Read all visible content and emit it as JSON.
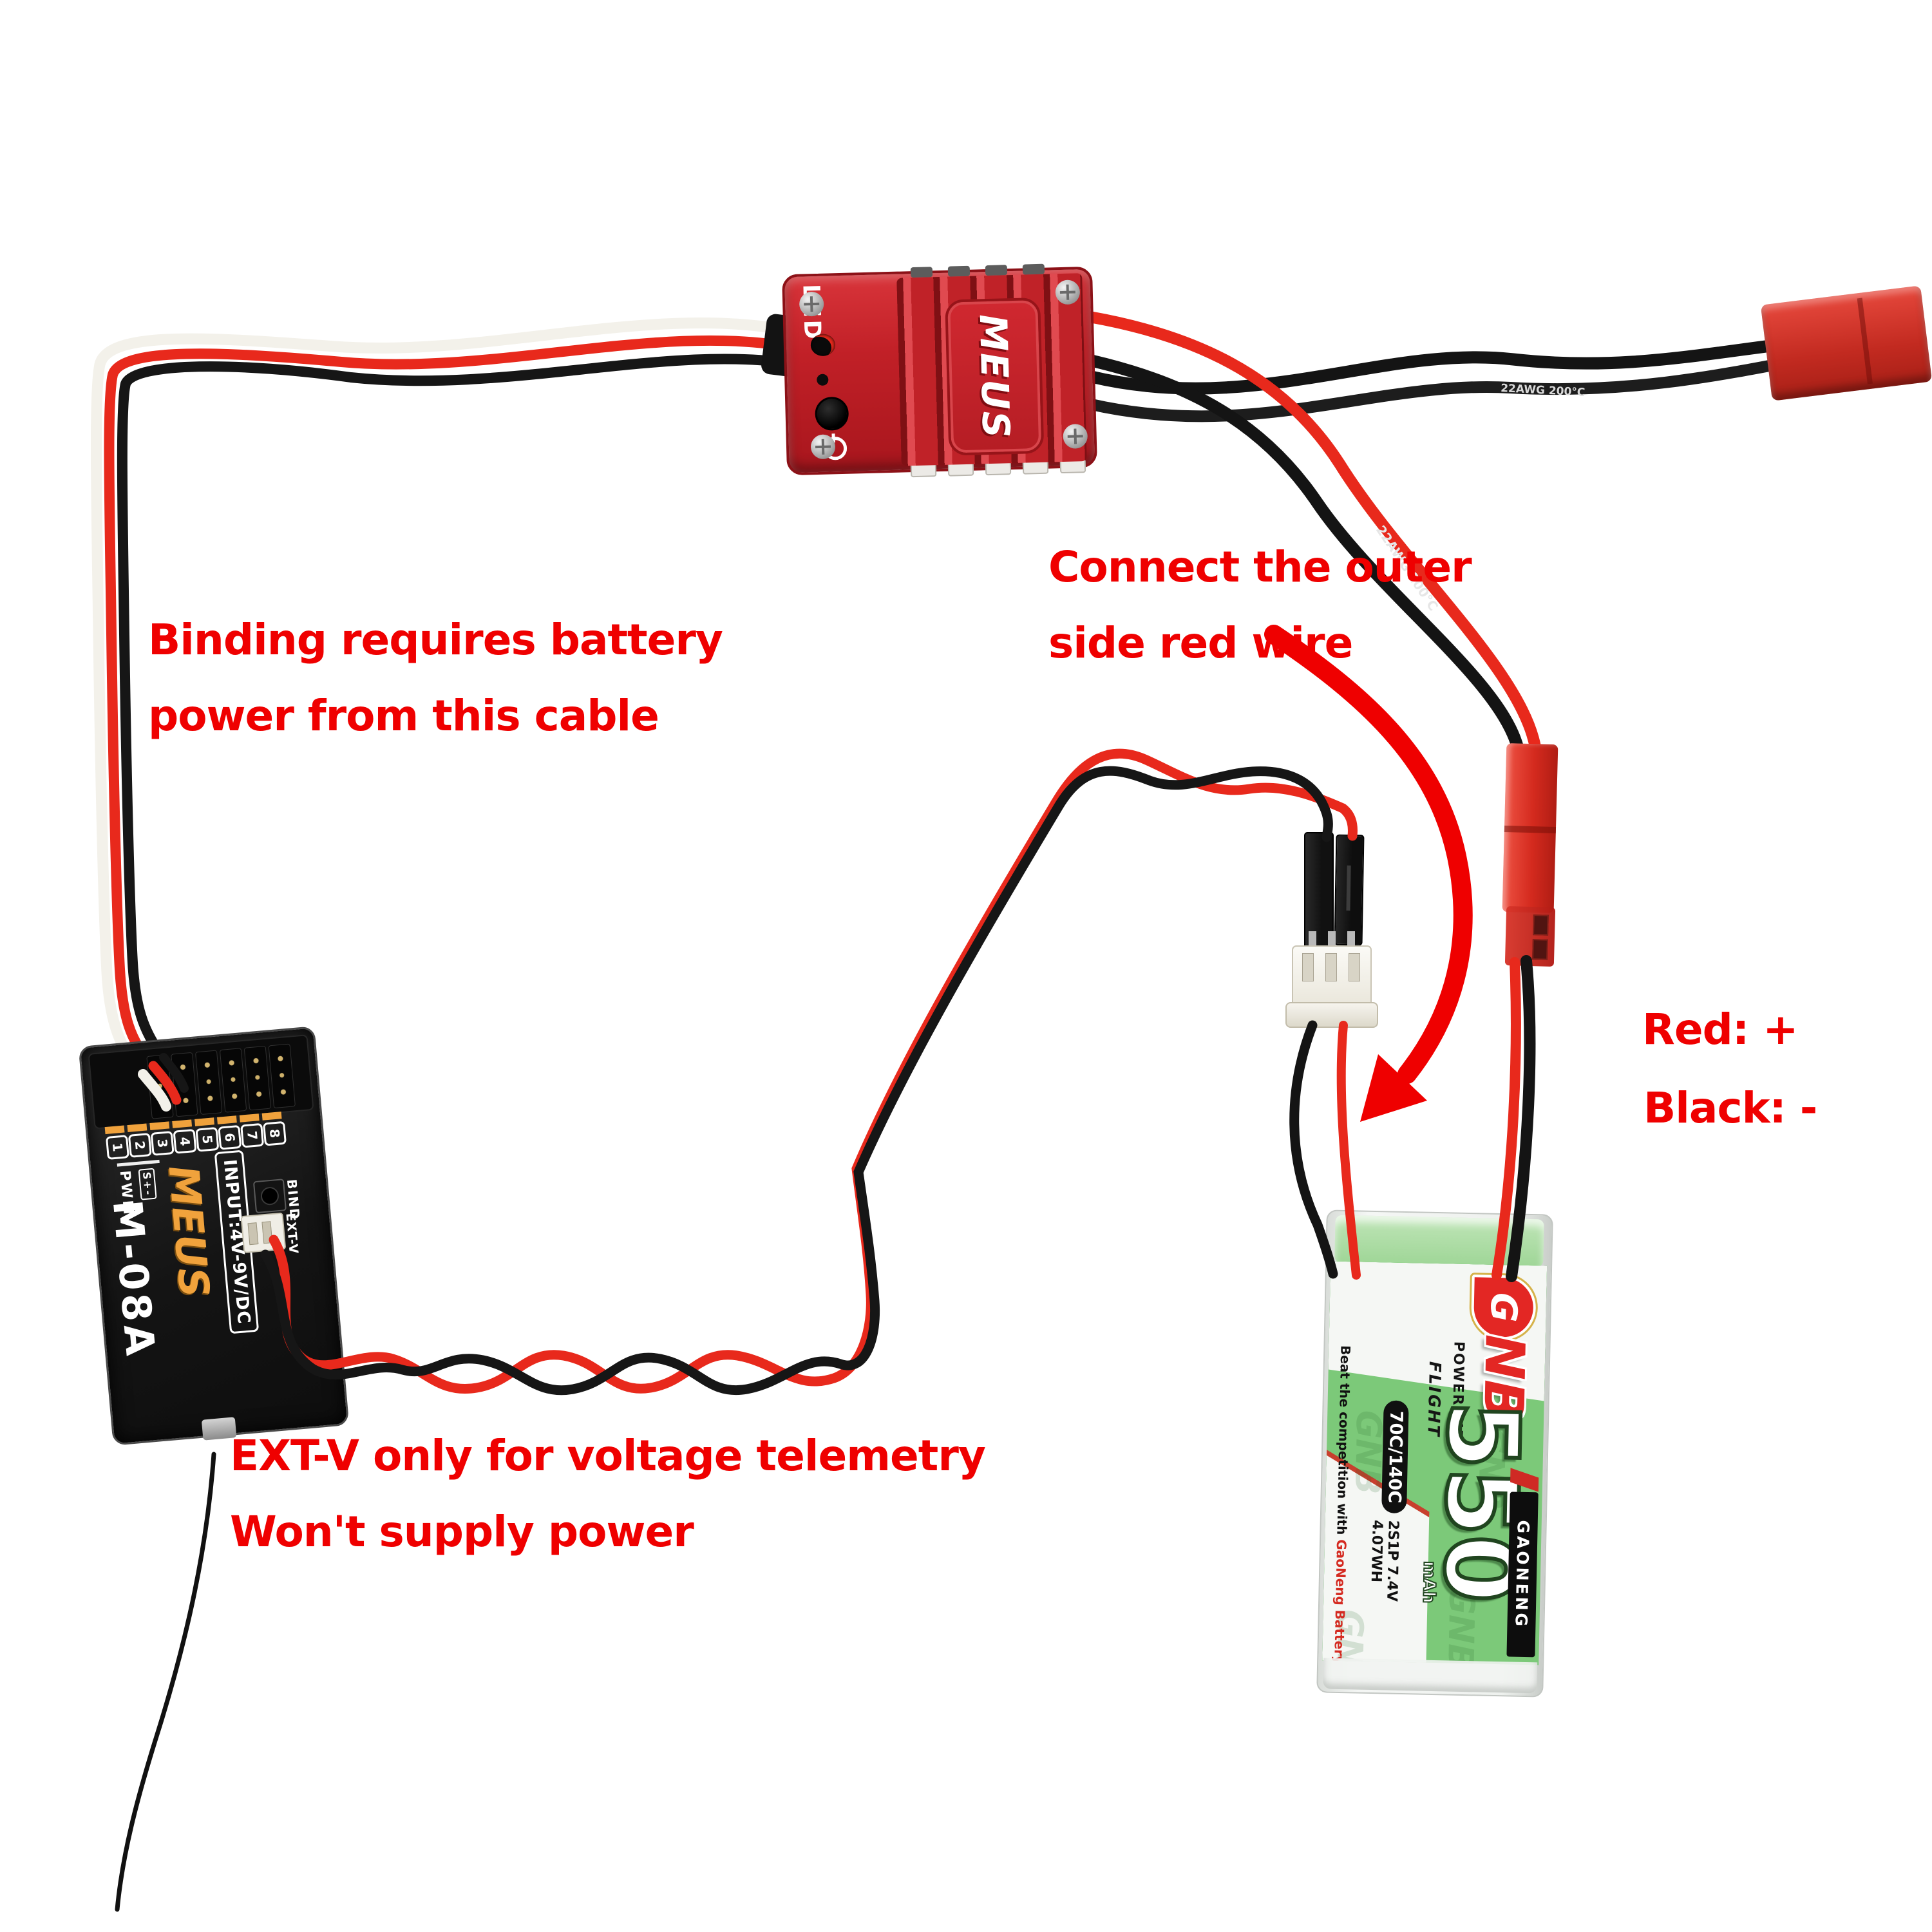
{
  "annotations": {
    "binding_note": {
      "line1": "Binding requires battery",
      "line2": "power from this cable"
    },
    "connect_note": {
      "line1": "Connect the outer",
      "line2": "side red wire"
    },
    "polarity_note": {
      "line1": "Red: +",
      "line2": "Black: -"
    },
    "extv_note": {
      "line1": "EXT-V only for voltage telemetry",
      "line2": "Won't supply power"
    }
  },
  "esc": {
    "led_label": "LED",
    "brand": "MEUS"
  },
  "receiver": {
    "model": "M-08A",
    "brand": "MEUS",
    "pwm_label": "PWM",
    "signal_label": "S+-",
    "input_label": "INPUT:4V-9V/DC",
    "bind_label": "BIND",
    "extv_label": "EXT-V",
    "channels": [
      "1",
      "2",
      "3",
      "4",
      "5",
      "6",
      "7",
      "8"
    ]
  },
  "battery": {
    "brand_g": "G",
    "brand_nb": "NB",
    "brand_sub": "POWER LIPO",
    "brand_flight": "FLIGHT",
    "capacity": "550",
    "capacity_unit": "mAh",
    "c_rating": "70C/140C",
    "spec": "2S1P 7.4V 4.07WH",
    "tagline": "Beat the competition with",
    "tagline_brand": "GaoNeng Battery",
    "side_brand": "GAONENG",
    "watermark": "GNB"
  },
  "wires": {
    "print": "22AWG 200°C"
  },
  "colors": {
    "annotation_red": "#ef0000",
    "esc_red": "#c12027",
    "receiver_orange": "#f0a23c",
    "battery_green": "#7cc979",
    "gnb_red": "#e32724",
    "wire_red": "#e8291c",
    "jst_red": "#d8372e"
  }
}
